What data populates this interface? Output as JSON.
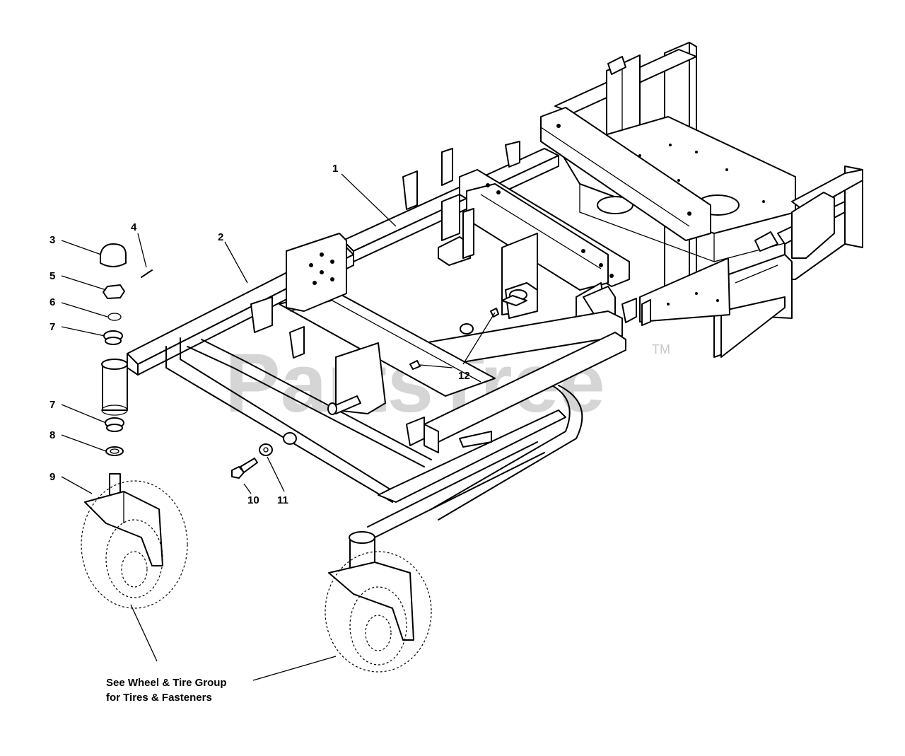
{
  "watermark": {
    "brand": "PartsTree",
    "trademark": "TM"
  },
  "callouts": [
    {
      "id": "1",
      "label": "1",
      "part": "main-frame"
    },
    {
      "id": "2",
      "label": "2",
      "part": "front-axle-frame"
    },
    {
      "id": "3",
      "label": "3",
      "part": "dust-cap"
    },
    {
      "id": "4",
      "label": "4",
      "part": "cotter-pin"
    },
    {
      "id": "5",
      "label": "5",
      "part": "castle-nut"
    },
    {
      "id": "6",
      "label": "6",
      "part": "washer"
    },
    {
      "id": "7a",
      "label": "7",
      "part": "bearing-upper"
    },
    {
      "id": "7b",
      "label": "7",
      "part": "bearing-lower"
    },
    {
      "id": "8",
      "label": "8",
      "part": "seal"
    },
    {
      "id": "9",
      "label": "9",
      "part": "caster-fork"
    },
    {
      "id": "10",
      "label": "10",
      "part": "bolt"
    },
    {
      "id": "11",
      "label": "11",
      "part": "flat-washer"
    },
    {
      "id": "12",
      "label": "12",
      "part": "grease-fitting"
    }
  ],
  "note": {
    "line1": "See Wheel & Tire Group",
    "line2": "for Tires & Fasteners"
  }
}
